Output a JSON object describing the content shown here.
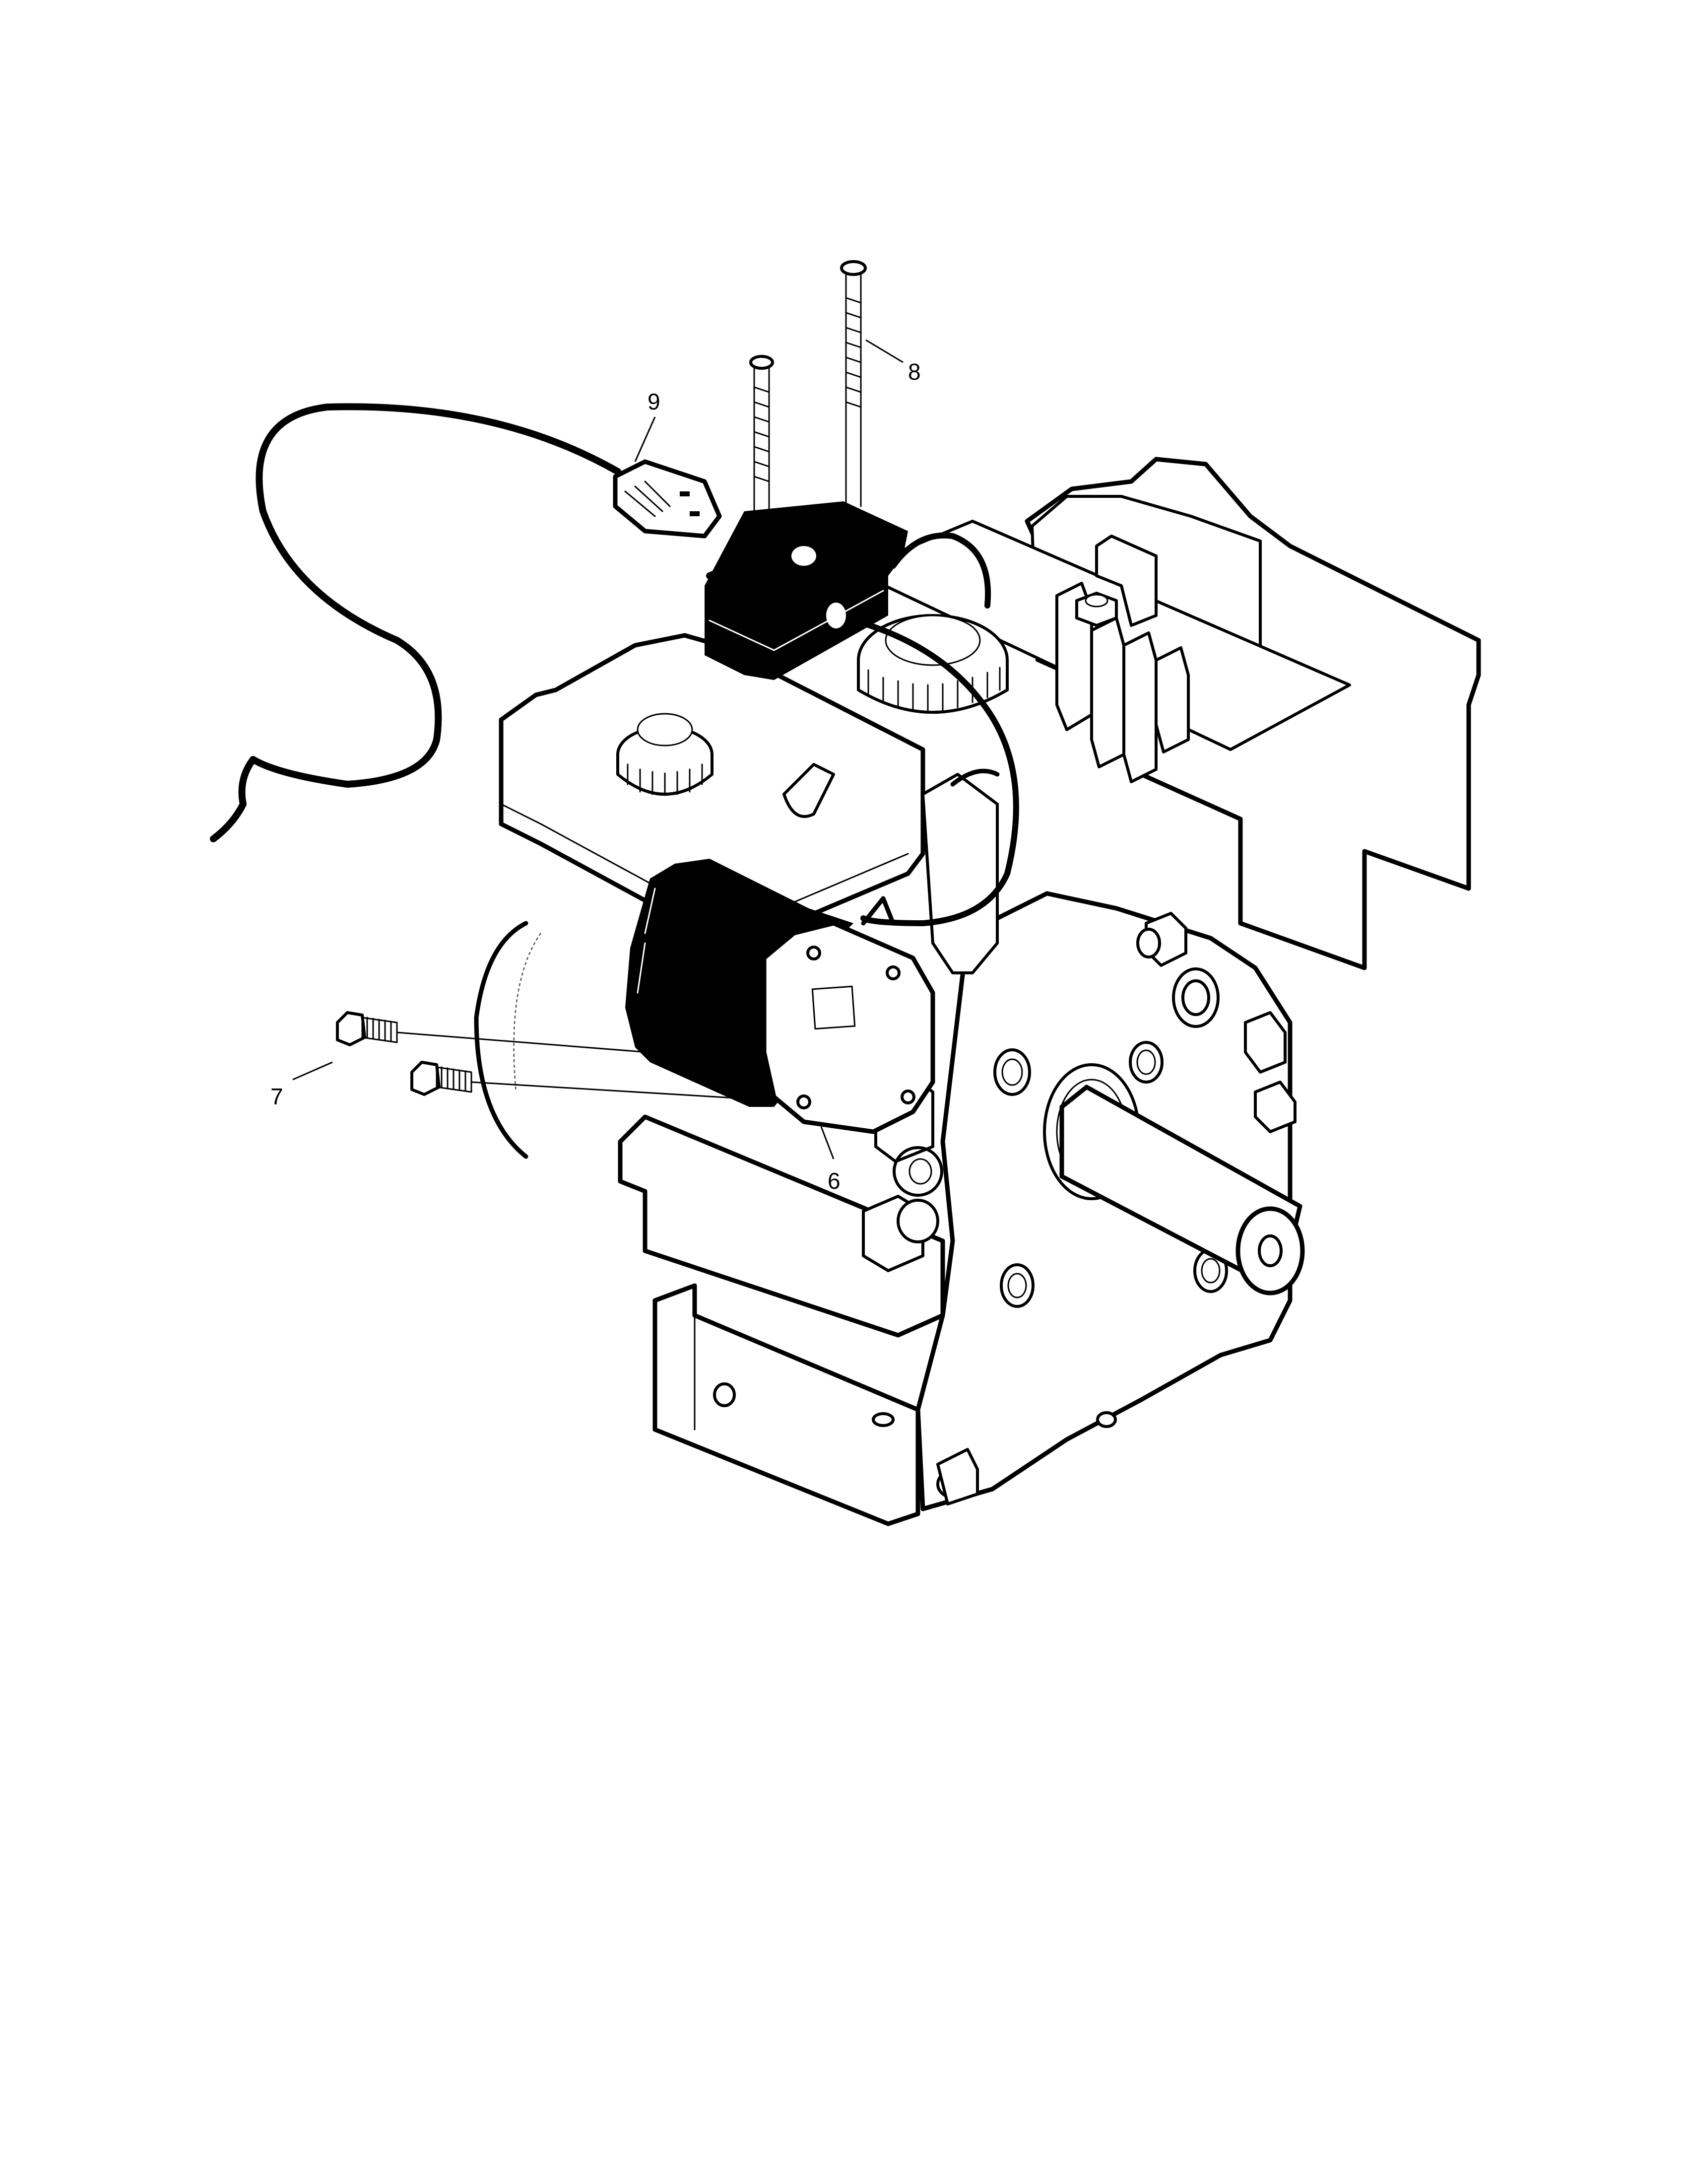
{
  "callouts": {
    "c6": "6",
    "c7": "7",
    "c8": "8",
    "c9": "9"
  },
  "colors": {
    "line": "#000000",
    "background": "#ffffff"
  }
}
